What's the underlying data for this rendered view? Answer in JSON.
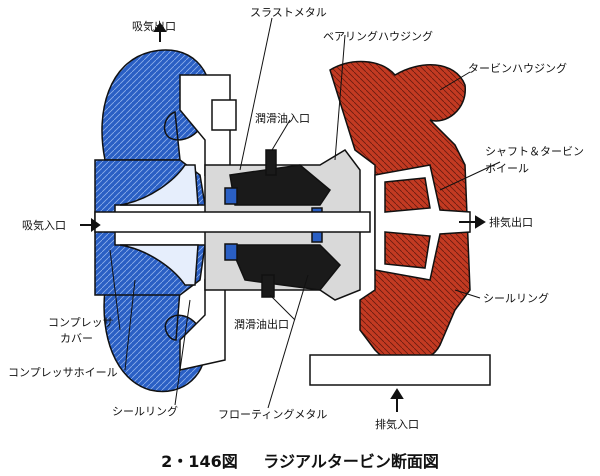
{
  "labels": {
    "intake_outlet": "吸気出口",
    "thrust_metal": "スラストメタル",
    "bearing_housing": "ベアリングハウジング",
    "turbine_housing": "タービンハウジング",
    "oil_inlet": "潤滑油入口",
    "shaft_turbine_wheel_1": "シャフト＆タービン",
    "shaft_turbine_wheel_2": "ホイール",
    "intake_inlet": "吸気入口",
    "exhaust_outlet": "排気出口",
    "oil_outlet": "潤滑油出口",
    "seal_ring_right": "シールリング",
    "compressor_cover_1": "コンプレッサ",
    "compressor_cover_2": "カバー",
    "compressor_wheel": "コンプレッサホイール",
    "seal_ring_left": "シールリング",
    "floating_metal": "フローティングメタル",
    "exhaust_inlet": "排気入口"
  },
  "caption": {
    "figure_number": "2・146図",
    "title": "ラジアルタービン断面図"
  },
  "colors": {
    "compressor": "#2a5fc4",
    "turbine": "#c33a22",
    "bearing": "#1a1a1a",
    "outline": "#111111"
  }
}
